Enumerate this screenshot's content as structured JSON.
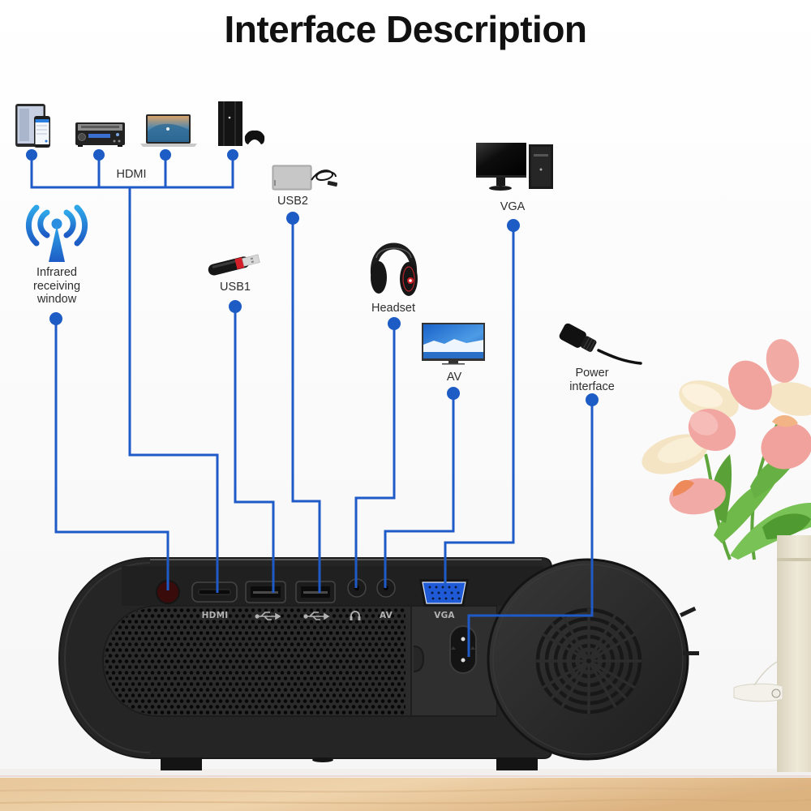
{
  "title": "Interface Description",
  "colors": {
    "connector_line": "#1f5bc8",
    "connector_dot": "#1d5bc5",
    "title_text": "#111111",
    "label_text": "#2e2e2e",
    "projector_body": "#252525",
    "vga_port": "#1f5bd6",
    "ir_window": "#3a0b0b",
    "table_wood": "#e3c193"
  },
  "callouts": {
    "hdmi": {
      "label": "HDMI",
      "devices": [
        "tablet-and-phone",
        "av-receiver",
        "laptop",
        "game-console"
      ]
    },
    "infrared": {
      "lines": [
        "Infrared",
        "receiving",
        "window"
      ],
      "icon": "antenna-signal"
    },
    "usb1": {
      "label": "USB1",
      "icon": "usb-flash-drive"
    },
    "usb2": {
      "label": "USB2",
      "icon": "external-hard-drive"
    },
    "headset": {
      "label": "Headset",
      "icon": "headphones"
    },
    "vga": {
      "label": "VGA",
      "icon": "desktop-computer"
    },
    "av": {
      "label": "AV",
      "icon": "television"
    },
    "power": {
      "lines": [
        "Power",
        "interface"
      ],
      "icon": "power-cable-plug"
    }
  },
  "projector": {
    "port_labels": {
      "hdmi": "HDMI",
      "av": "AV",
      "vga": "VGA"
    },
    "port_icons": [
      "ir-window",
      "hdmi-port",
      "usb-port",
      "usb-port",
      "headphone-jack",
      "av-jack",
      "vga-port",
      "power-socket"
    ],
    "port_symbols": [
      "usb-symbol",
      "usb-symbol",
      "headphone-symbol"
    ]
  },
  "scene": {
    "decor": [
      "tulip-bouquet",
      "vase",
      "wooden-table"
    ]
  }
}
